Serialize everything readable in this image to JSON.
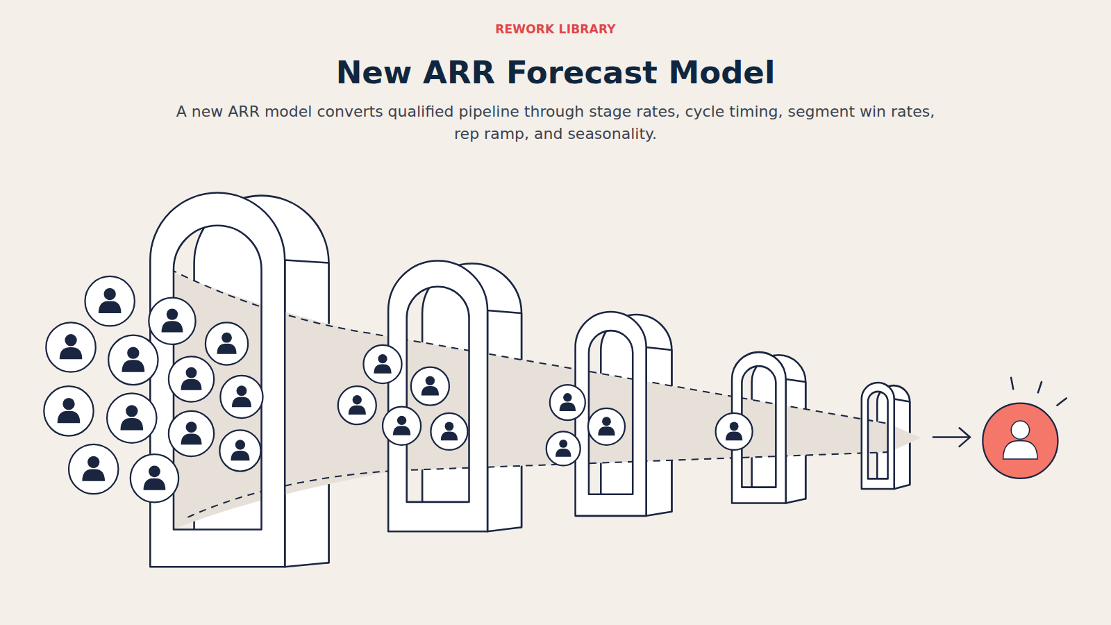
{
  "diagram": {
    "title": "New ARR Forecast Model",
    "caption": "A new ARR model converts qualified pipeline through stage rates, cycle timing, segment win rates, rep ramp, and seasonality.",
    "labels": [
      "REWORK LIBRARY"
    ]
  }
}
